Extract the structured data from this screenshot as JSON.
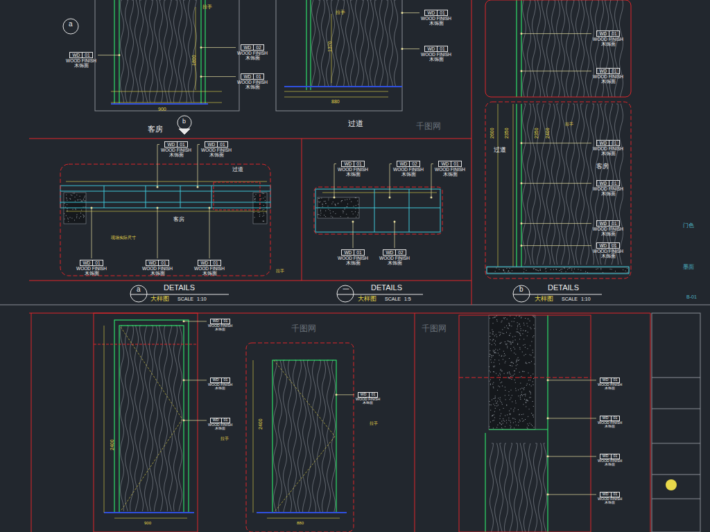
{
  "diagram": {
    "nodes": [
      {
        "text": [
          "WD",
          "01",
          "WOOD FINISH",
          "木饰面"
        ]
      },
      {
        "text": [
          "WD",
          "01",
          "WOOD FINISH",
          "木饰面"
        ]
      },
      {
        "text": [
          "WD",
          "01",
          "WOOD FINISH",
          "木饰面"
        ]
      },
      {
        "text": [
          "WD",
          "02",
          "WOOD FINISH",
          "木饰面"
        ]
      },
      {
        "text": [
          "WD",
          "01",
          "WOOD FINISH",
          "木饰面"
        ]
      },
      {
        "text": [
          "WD",
          "01",
          "WOOD FINISH",
          "木饰面"
        ]
      },
      {
        "text": [
          "WD",
          "01",
          "WOOD FINISH",
          "木饰面"
        ]
      },
      {
        "text": [
          "WD",
          "01",
          "WOOD FINISH",
          "木饰面"
        ]
      },
      {
        "text": [
          "WD",
          "01",
          "WOOD FINISH",
          "木饰面"
        ]
      },
      {
        "text": [
          "WD",
          "01",
          "WOOD FINISH",
          "木饰面"
        ]
      },
      {
        "text": [
          "WD",
          "01",
          "WOOD FINISH",
          "木饰面"
        ]
      },
      {
        "text": [
          "WD",
          "01",
          "WOOD FINISH",
          "木饰面"
        ]
      },
      {
        "text": [
          "WD",
          "01",
          "WOOD FINISH",
          "木饰面"
        ]
      },
      {
        "text": [
          "WD",
          "02",
          "WOOD FINISH",
          "木饰面"
        ]
      },
      {
        "text": [
          "WD",
          "01",
          "WOOD FINISH",
          "木饰面"
        ]
      },
      {
        "text": [
          "WD",
          "01",
          "WOOD FINISH",
          "木饰面"
        ]
      },
      {
        "text": [
          "WD",
          "02",
          "WOOD FINISH",
          "木饰面"
        ]
      },
      {
        "text": [
          "WD",
          "01",
          "WOOD FINISH",
          "木饰面"
        ]
      },
      {
        "text": [
          "WD",
          "01",
          "WOOD FINISH",
          "木饰面"
        ]
      },
      {
        "text": [
          "WD",
          "01",
          "WOOD FINISH",
          "木饰面"
        ]
      },
      {
        "text": [
          "WD",
          "01",
          "WOOD FINISH",
          "木饰面"
        ]
      },
      {
        "text": [
          "WD",
          "01",
          "WOOD FINISH",
          "木饰面"
        ]
      },
      {
        "text": [
          "WD",
          "01",
          "WOOD FINISH",
          "木饰面"
        ]
      },
      {
        "text": [
          "WD",
          "01",
          "WOOD FINISH",
          "木饰面"
        ]
      },
      {
        "text": [
          "WD",
          "01",
          "WOOD FINISH",
          "木饰面"
        ]
      },
      {
        "text": [
          "WD",
          "01",
          "WOOD FINISH",
          "木饰面"
        ]
      },
      {
        "text": [
          "WD",
          "01",
          "WOOD FINISH",
          "木饰面"
        ]
      },
      {
        "text": [
          "WD",
          "01",
          "WOOD FINISH",
          "木饰面"
        ]
      },
      {
        "text": [
          "WD",
          "01",
          "WOOD FINISH",
          "木饰面"
        ]
      }
    ],
    "labels": [
      "拉手",
      "拉手",
      "1800",
      "1370",
      "900",
      "880",
      "客房",
      "过道",
      "过道",
      "客房",
      "现场实际尺寸",
      "拉手",
      "DETAILS",
      "大样图",
      "SCALE",
      "1:10",
      "DETAILS",
      "大样图",
      "SCALE",
      "1:5",
      "DETAILS",
      "大样图",
      "SCALE",
      "1:10",
      "a",
      "一",
      "b",
      "a",
      "b",
      "过道",
      "客房",
      "2600",
      "2350",
      "2350",
      "2400",
      "拉手",
      "门色",
      "墨面",
      "B-01",
      "2400",
      "2400",
      "拉手",
      "拉手",
      "900",
      "880",
      "千图网",
      "千图网",
      "千图网"
    ]
  }
}
